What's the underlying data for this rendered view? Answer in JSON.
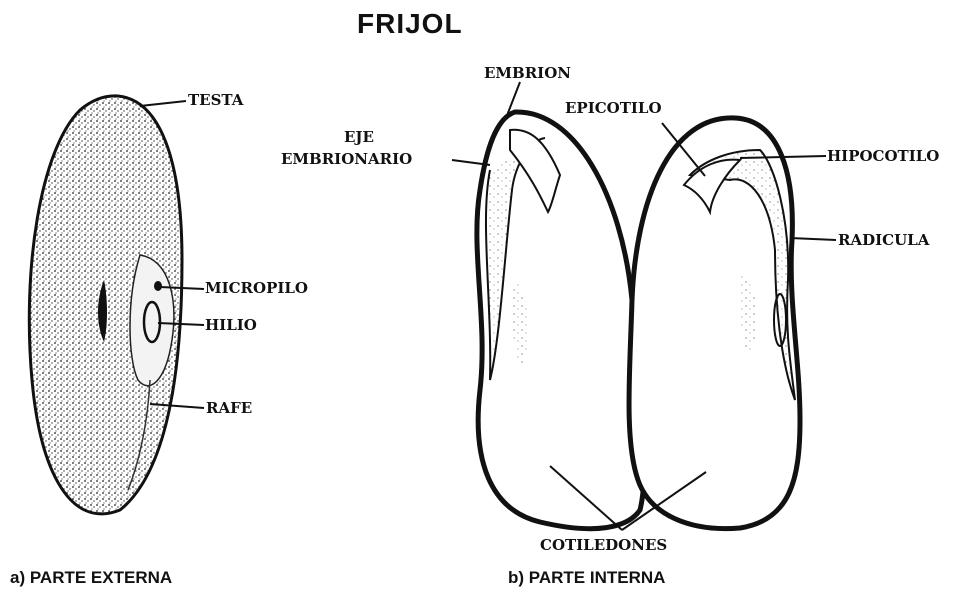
{
  "title": "FRIJOL",
  "labels": {
    "testa": "TESTA",
    "micropilo": "MICROPILO",
    "hilio": "HILIO",
    "rafe": "RAFE",
    "embrion": "EMBRION",
    "eje_1": "EJE",
    "eje_2": "EMBRIONARIO",
    "epicotilo": "EPICOTILO",
    "hipocotilo": "HIPOCOTILO",
    "radicula": "RADICULA",
    "cotiledones": "COTILEDONES"
  },
  "captions": {
    "external": "a) PARTE EXTERNA",
    "internal": "b) PARTE INTERNA"
  }
}
